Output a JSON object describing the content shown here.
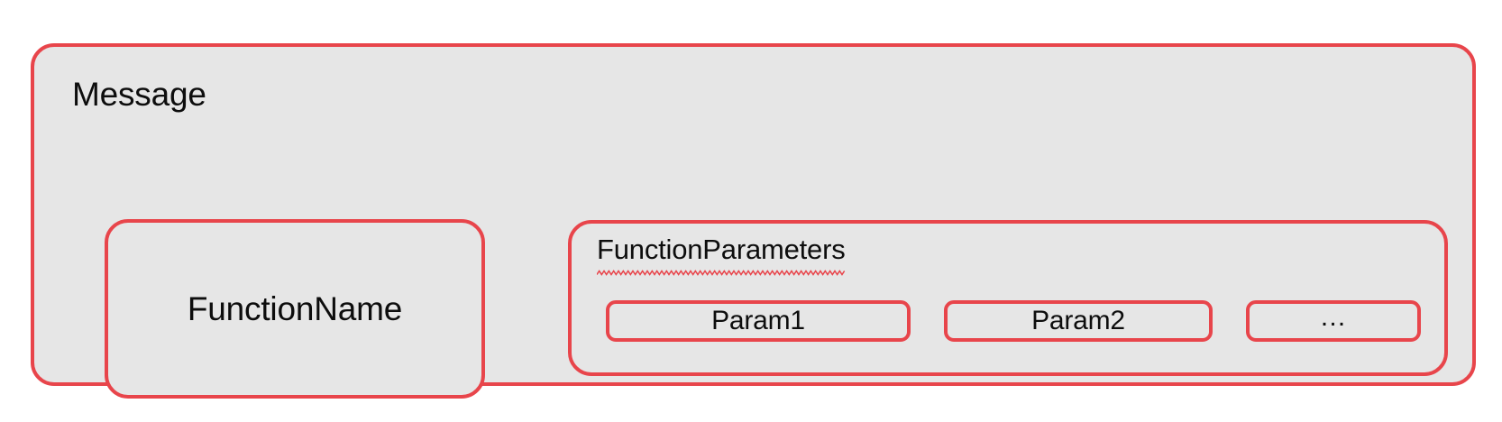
{
  "diagram": {
    "title": "Message",
    "background_color": "#FFFFFF",
    "box_fill_color": "#E6E6E6",
    "box_border_color": "#E8454B",
    "text_color": "#0D0D0D",
    "outer_box": {
      "label": "Message"
    },
    "function_name_box": {
      "label": "FunctionName"
    },
    "function_parameters_box": {
      "label": "FunctionParameters",
      "label_has_spellcheck_underline": true,
      "spellcheck_underline_color": "#E8454B",
      "params": [
        {
          "label": "Param1"
        },
        {
          "label": "Param2"
        },
        {
          "label": "…"
        }
      ]
    }
  }
}
